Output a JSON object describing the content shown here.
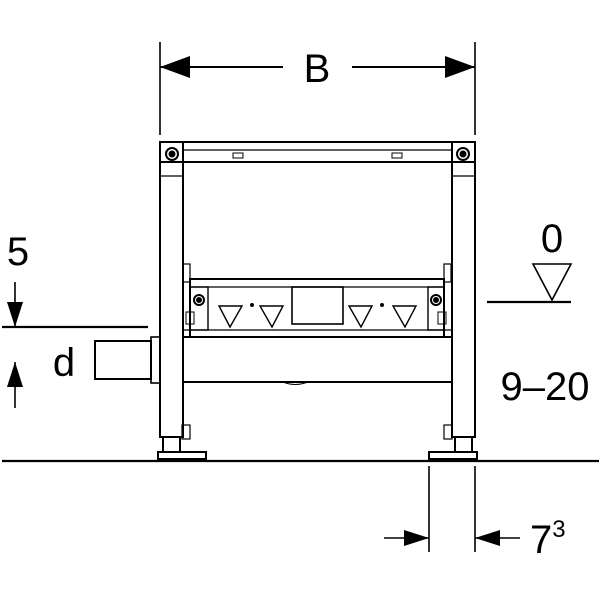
{
  "diagram": {
    "width_label": "B",
    "offset_label_left": "5",
    "pipe_label": "d",
    "level_label": "0",
    "range_label": "9–20",
    "foot_label_base": "7",
    "foot_label_superscript": "3"
  },
  "colors": {
    "line": "#000000",
    "background": "#ffffff"
  }
}
